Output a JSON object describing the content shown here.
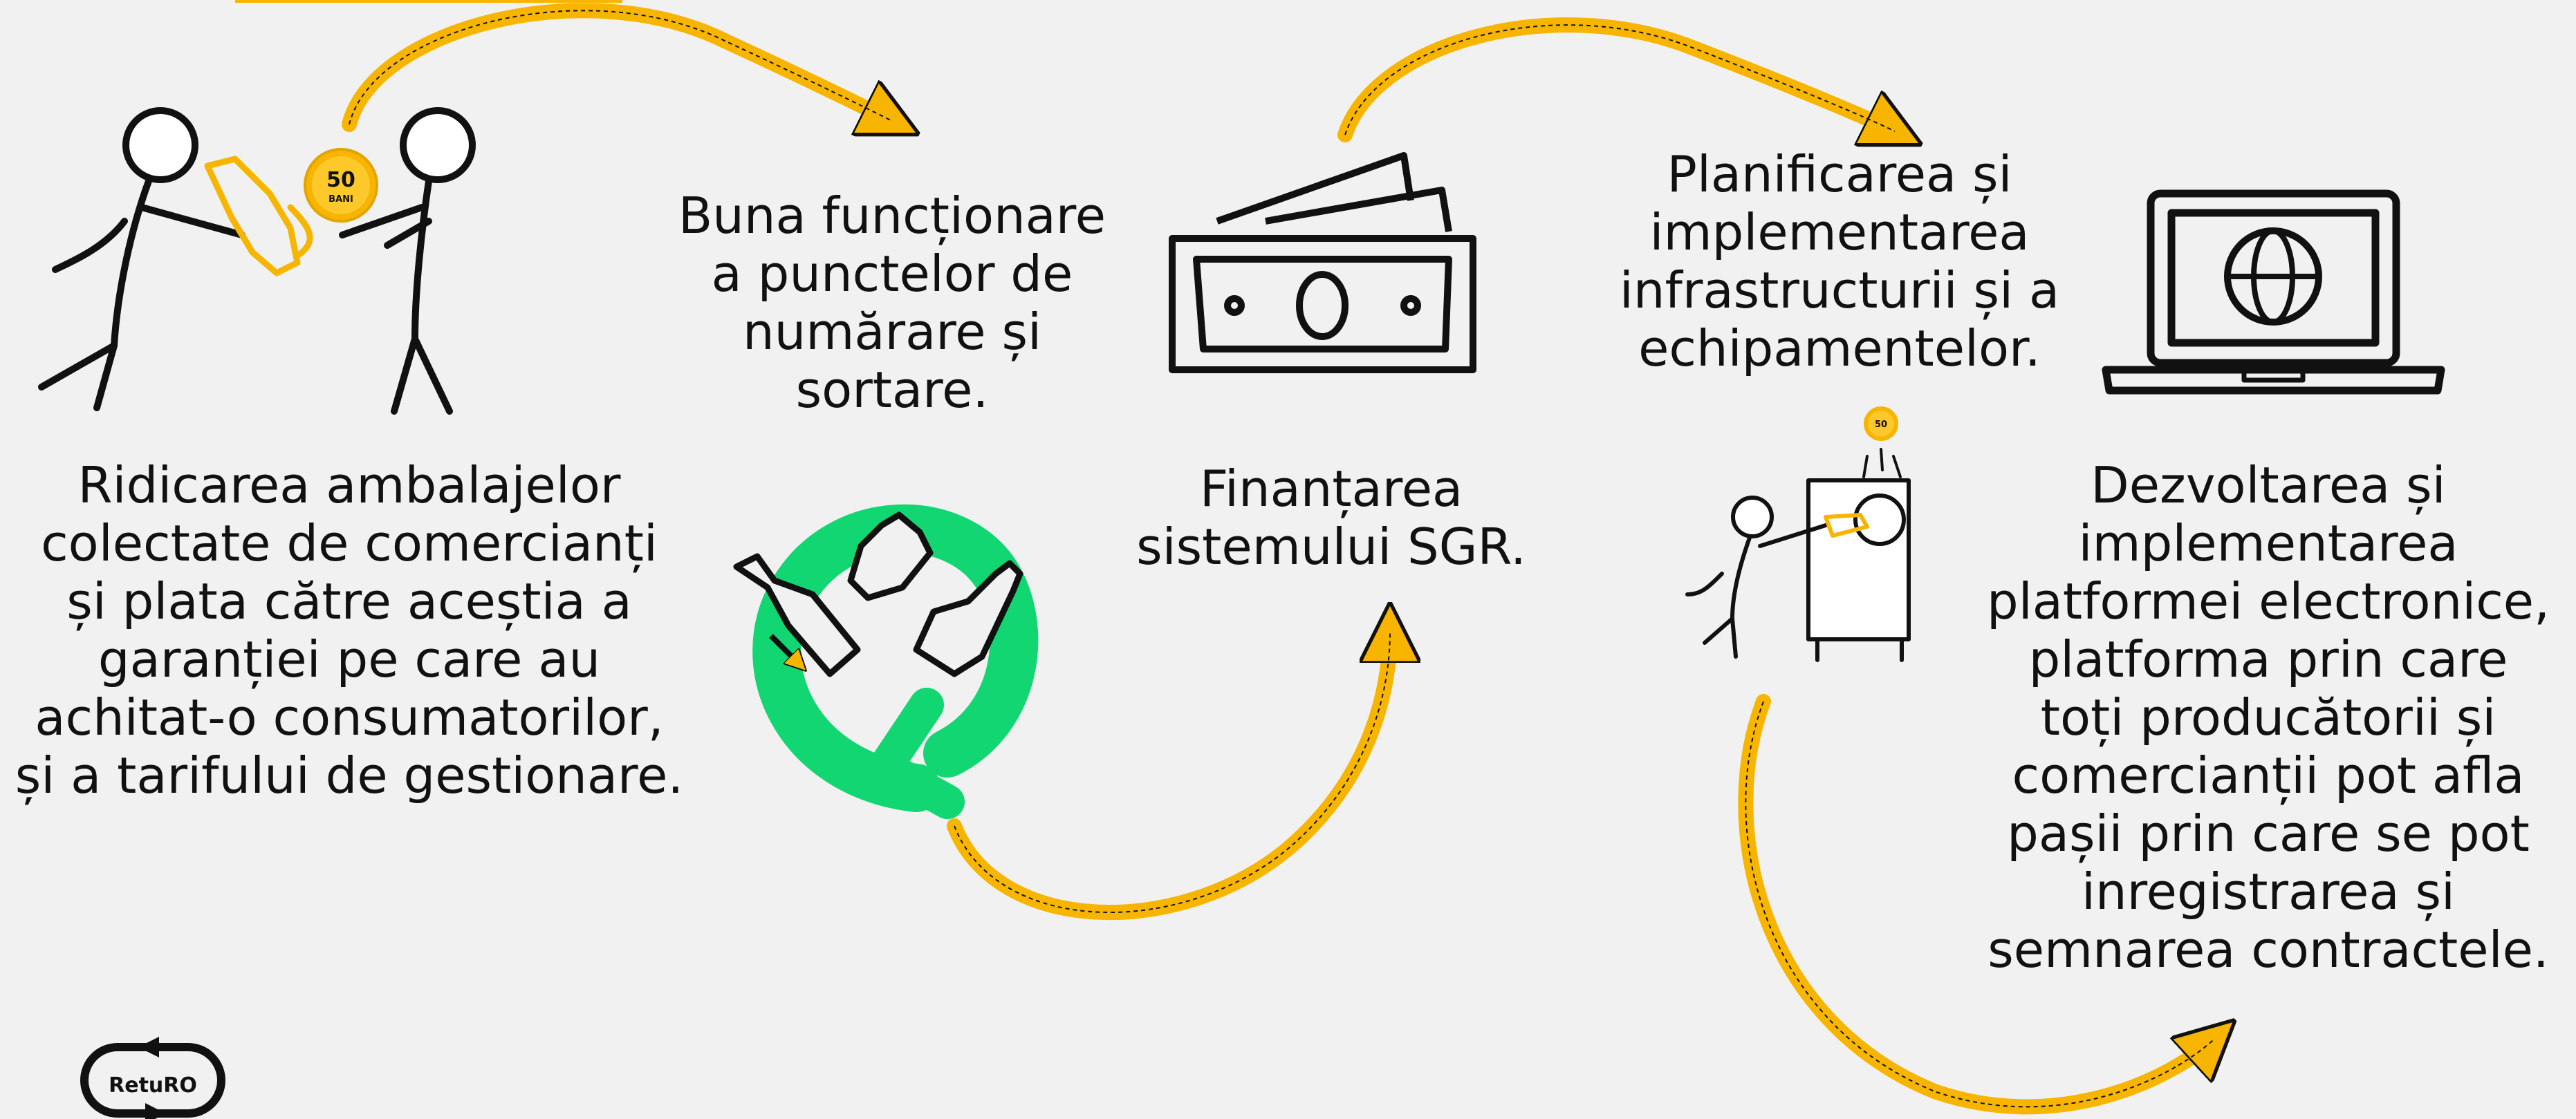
{
  "steps": [
    {
      "text": "Ridicarea ambalajelor\ncolectate de comercianți\nși plata către aceștia a\ngaranției pe care au\nachitat-o consumatorilor,\nși a tarifului de gestionare."
    },
    {
      "text": "Buna funcționare\na punctelor de\nnumărare și\nsortare."
    },
    {
      "text": "Finanțarea\nsistemului SGR."
    },
    {
      "text": "Planificarea și\nimplementarea\ninfrastructurii și a\nechipamentelor."
    },
    {
      "text": "Dezvoltarea și\nimplementarea\nplatformei electronice,\nplatforma prin care\ntoți producătorii și\ncomercianții pot afla\npașii prin care se pot\ninregistrarea și\nsemnarea contractele."
    }
  ],
  "coin": {
    "value": "50",
    "unit": "BANI"
  },
  "logo": {
    "text": "RetuRO"
  },
  "colors": {
    "accent": "#f7b500",
    "recycle": "#12d672",
    "ink": "#111111",
    "background": "#f1f1f1"
  },
  "icons": [
    "people-exchange-icon",
    "recycle-bottles-icon",
    "banknotes-icon",
    "reverse-vending-machine-icon",
    "laptop-globe-icon",
    "flow-arrow-icon"
  ]
}
